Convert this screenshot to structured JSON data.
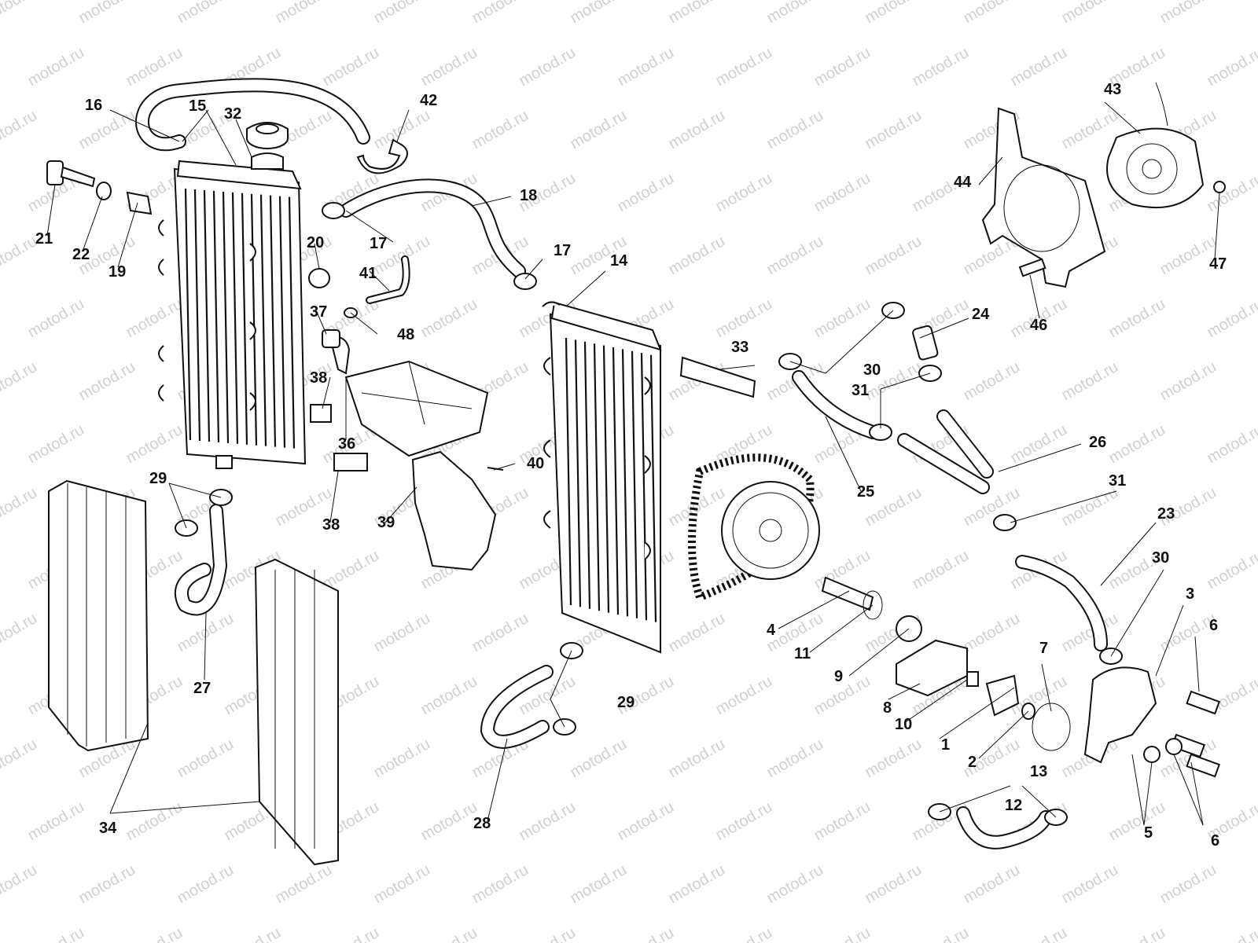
{
  "watermark": "motod.ru",
  "callouts": [
    {
      "id": "lbl-1",
      "text": "1"
    },
    {
      "id": "lbl-2",
      "text": "2"
    },
    {
      "id": "lbl-3",
      "text": "3"
    },
    {
      "id": "lbl-4",
      "text": "4"
    },
    {
      "id": "lbl-5",
      "text": "5"
    },
    {
      "id": "lbl-6a",
      "text": "6"
    },
    {
      "id": "lbl-6b",
      "text": "6"
    },
    {
      "id": "lbl-7",
      "text": "7"
    },
    {
      "id": "lbl-8",
      "text": "8"
    },
    {
      "id": "lbl-9",
      "text": "9"
    },
    {
      "id": "lbl-10",
      "text": "10"
    },
    {
      "id": "lbl-11",
      "text": "11"
    },
    {
      "id": "lbl-12",
      "text": "12"
    },
    {
      "id": "lbl-13",
      "text": "13"
    },
    {
      "id": "lbl-14",
      "text": "14"
    },
    {
      "id": "lbl-15",
      "text": "15"
    },
    {
      "id": "lbl-16",
      "text": "16"
    },
    {
      "id": "lbl-17a",
      "text": "17"
    },
    {
      "id": "lbl-17b",
      "text": "17"
    },
    {
      "id": "lbl-18",
      "text": "18"
    },
    {
      "id": "lbl-19",
      "text": "19"
    },
    {
      "id": "lbl-20",
      "text": "20"
    },
    {
      "id": "lbl-21",
      "text": "21"
    },
    {
      "id": "lbl-22",
      "text": "22"
    },
    {
      "id": "lbl-23",
      "text": "23"
    },
    {
      "id": "lbl-24",
      "text": "24"
    },
    {
      "id": "lbl-25",
      "text": "25"
    },
    {
      "id": "lbl-26",
      "text": "26"
    },
    {
      "id": "lbl-27",
      "text": "27"
    },
    {
      "id": "lbl-28",
      "text": "28"
    },
    {
      "id": "lbl-29a",
      "text": "29"
    },
    {
      "id": "lbl-29b",
      "text": "29"
    },
    {
      "id": "lbl-30a",
      "text": "30"
    },
    {
      "id": "lbl-30b",
      "text": "30"
    },
    {
      "id": "lbl-31a",
      "text": "31"
    },
    {
      "id": "lbl-31b",
      "text": "31"
    },
    {
      "id": "lbl-32",
      "text": "32"
    },
    {
      "id": "lbl-33",
      "text": "33"
    },
    {
      "id": "lbl-34",
      "text": "34"
    },
    {
      "id": "lbl-36",
      "text": "36"
    },
    {
      "id": "lbl-37",
      "text": "37"
    },
    {
      "id": "lbl-38a",
      "text": "38"
    },
    {
      "id": "lbl-38b",
      "text": "38"
    },
    {
      "id": "lbl-39",
      "text": "39"
    },
    {
      "id": "lbl-40",
      "text": "40"
    },
    {
      "id": "lbl-41",
      "text": "41"
    },
    {
      "id": "lbl-42",
      "text": "42"
    },
    {
      "id": "lbl-43",
      "text": "43"
    },
    {
      "id": "lbl-44",
      "text": "44"
    },
    {
      "id": "lbl-46",
      "text": "46"
    },
    {
      "id": "lbl-47",
      "text": "47"
    },
    {
      "id": "lbl-48",
      "text": "48"
    }
  ]
}
